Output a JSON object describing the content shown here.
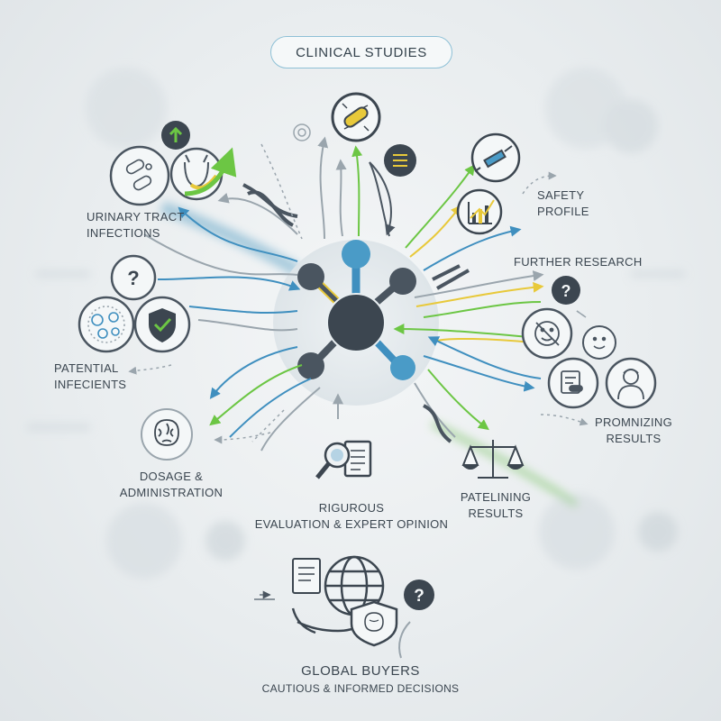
{
  "title": "CLINICAL STUDIES",
  "labels": {
    "urinary_line1": "URINARY TRACT",
    "urinary_line2": "INFECTIONS",
    "safety_line1": "SAFETY",
    "safety_line2": "PROFILE",
    "further_research": "FURTHER RESEARCH",
    "patential_line1": "PATENTIAL",
    "patential_line2": "INFECIENTS",
    "dosage_line1": "DOSAGE &",
    "dosage_line2": "ADMINISTRATION",
    "rigurous_line1": "RIGUROUS",
    "rigurous_line2": "EVALUATION & EXPERT OPINION",
    "patelining_line1": "PATELINING",
    "patelining_line2": "RESULTS",
    "promnizing_line1": "PROMNIZING",
    "promnizing_line2": "RESULTS",
    "global_line1": "GLOBAL BUYERS",
    "global_line2": "CAUTIOUS & INFORMED DECISIONS"
  },
  "colors": {
    "accent_blue": "#3f8fbf",
    "accent_green": "#6cc644",
    "accent_yellow": "#e8c93a",
    "icon_dark": "#3c4650",
    "node_blue": "#4a9bc7"
  },
  "icons": [
    "network-hub-icon",
    "bacteria-icon",
    "bladder-icon",
    "syringe-icon",
    "chart-icon",
    "question-icon",
    "shield-check-icon",
    "microbe-icon",
    "brain-icon",
    "magnifier-document-icon",
    "scale-icon",
    "face-icon",
    "person-icon",
    "globe-icon"
  ]
}
